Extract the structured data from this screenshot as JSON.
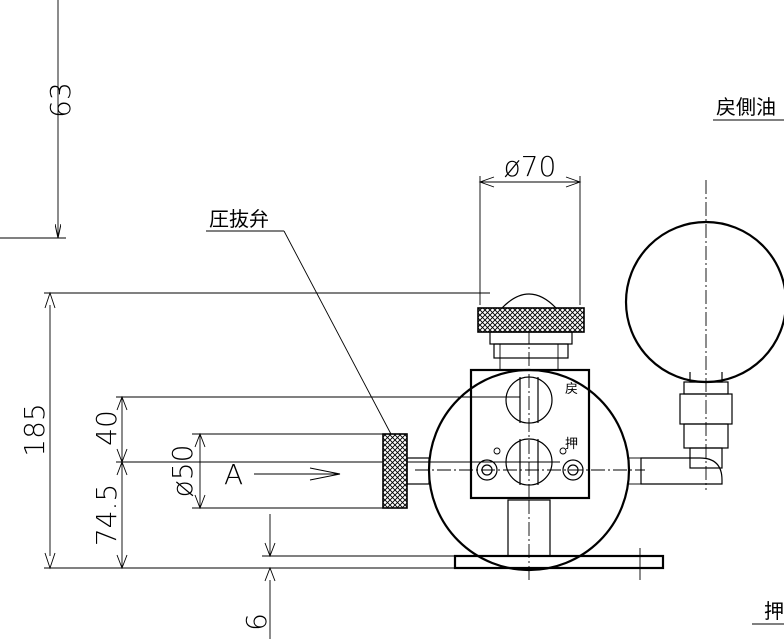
{
  "dimensions": {
    "d63": "63",
    "d185": "185",
    "d40": "40",
    "d74_5": "74.5",
    "d6": "6",
    "phi70": "ø70",
    "phi50": "ø50"
  },
  "labels": {
    "pressure_relief_valve": "圧抜弁",
    "return_side_oil": "戻側油",
    "return_mark": "戻",
    "push_mark": "押",
    "push_bottom": "押",
    "view_a": "A"
  }
}
